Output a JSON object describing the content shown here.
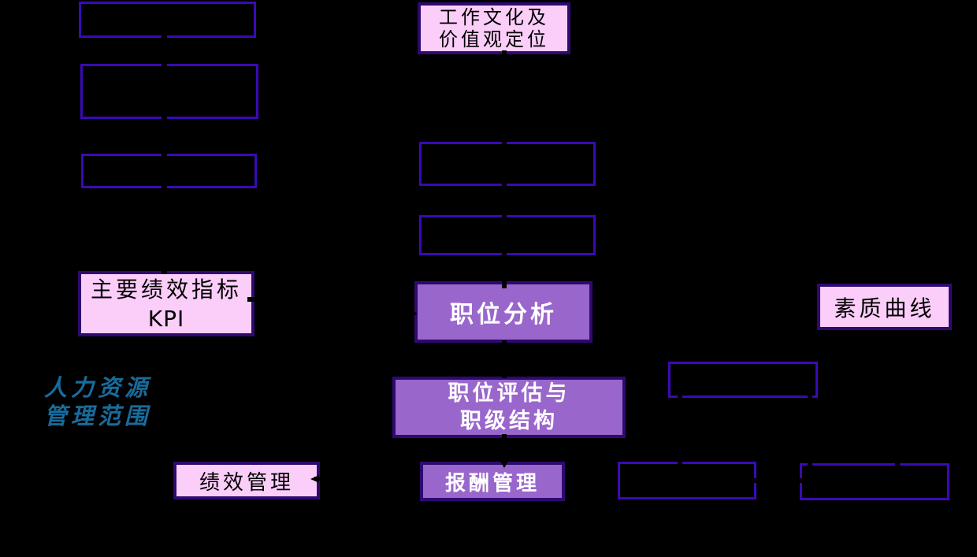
{
  "canvas": {
    "background": "#000000"
  },
  "colors": {
    "bg": "#000000",
    "pink_fill": "#FBCDF9",
    "purple_fill": "#9966CC",
    "filled_border": "#2E0A70",
    "empty_border": "#3A0AB5",
    "label_blue": "#176C9C",
    "text_dark": "#000000",
    "text_light": "#FFFFFF"
  },
  "side_label": {
    "line1": "人力资源",
    "line2": "管理范围"
  },
  "boxes": {
    "work_culture": {
      "line1": "工作文化及",
      "line2": "价值观定位"
    },
    "kpi": {
      "line1": "主要绩效指标",
      "line2": "KPI"
    },
    "job_analysis": {
      "label": "职位分析"
    },
    "quality_curve": {
      "label": "素质曲线"
    },
    "job_evaluation": {
      "line1": "职位评估与",
      "line2": "职级结构"
    },
    "performance_mgmt": {
      "label": "绩效管理"
    },
    "compensation_mgmt": {
      "label": "报酬管理"
    }
  }
}
